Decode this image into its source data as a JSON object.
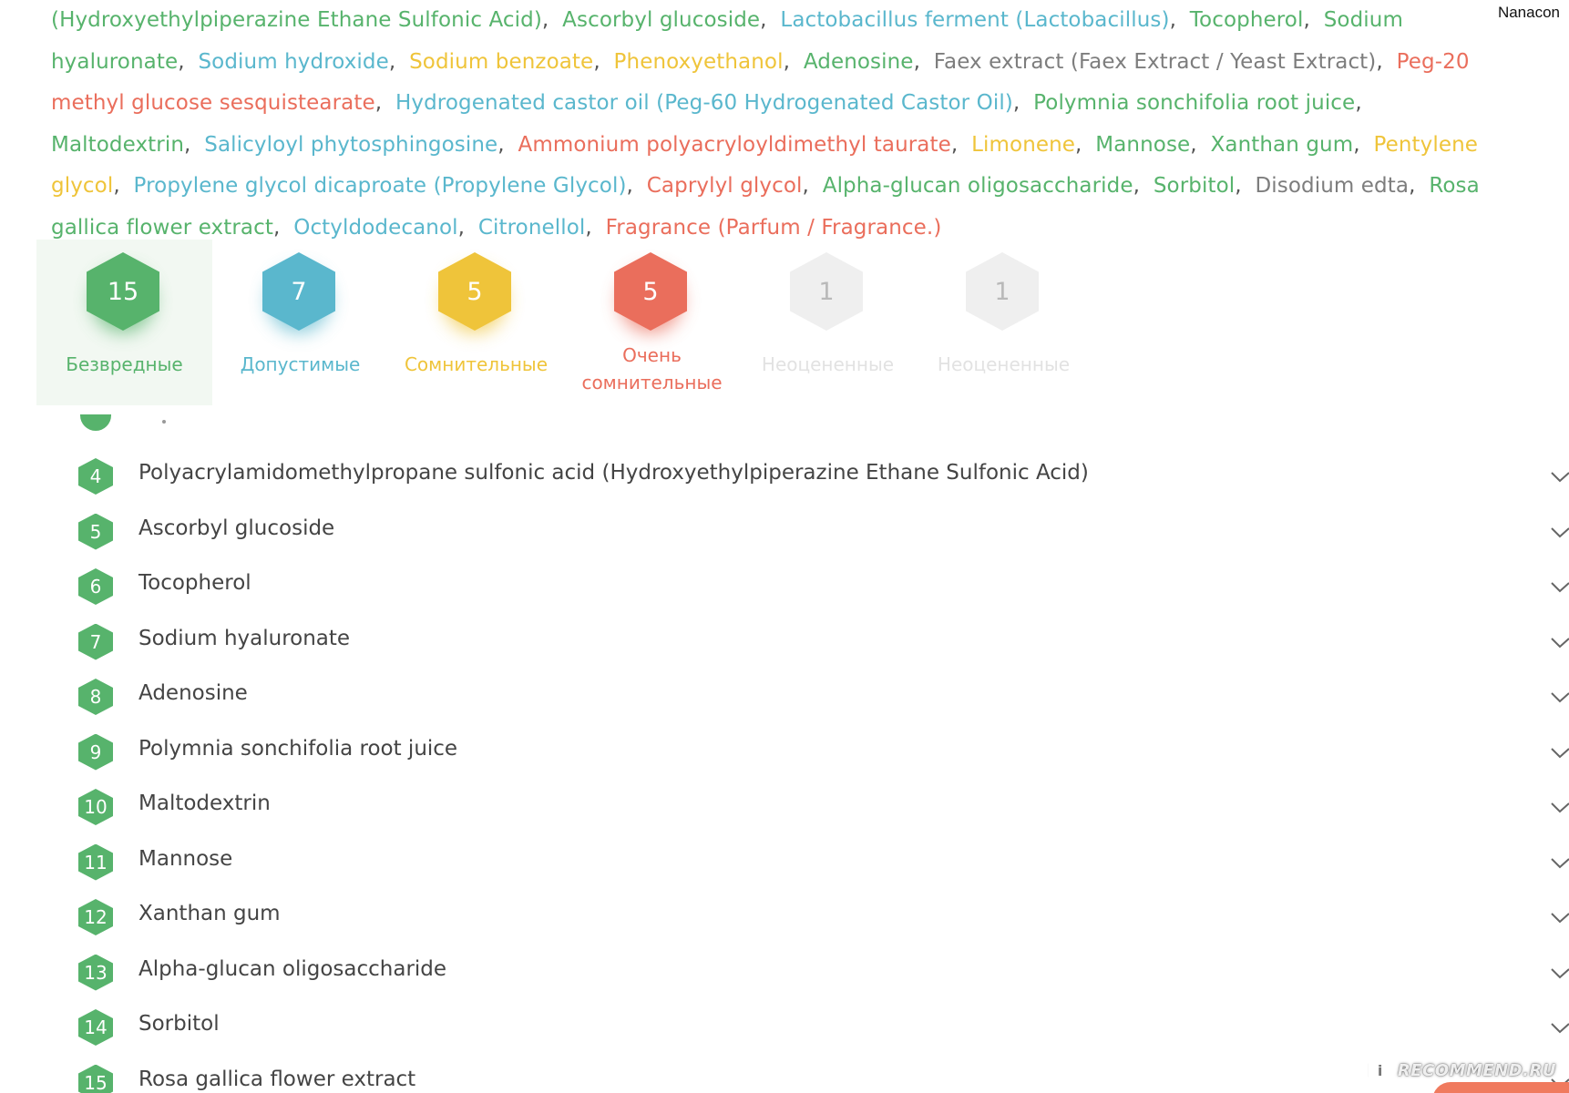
{
  "brand_tag": "Nanacon",
  "ingredients_lines": [
    [
      {
        "text": "(Hydroxyethylpiperazine Ethane Sulfonic Acid)",
        "color": "green"
      },
      {
        "text": "Ascorbyl glucoside",
        "color": "green"
      },
      {
        "text": "Lactobacillus ferment (Lactobacillus)",
        "color": "blue"
      },
      {
        "text": "Tocopherol",
        "color": "green"
      },
      {
        "text": "Sodium",
        "color": "green",
        "last": true
      }
    ],
    [
      {
        "text": "hyaluronate",
        "color": "green"
      },
      {
        "text": "Sodium hydroxide",
        "color": "blue"
      },
      {
        "text": "Sodium benzoate",
        "color": "yellow"
      },
      {
        "text": "Phenoxyethanol",
        "color": "yellow"
      },
      {
        "text": "Adenosine",
        "color": "green"
      },
      {
        "text": "Faex extract (Faex Extract / Yeast Extract)",
        "color": "gray"
      },
      {
        "text": "Peg-20",
        "color": "red",
        "last": true
      }
    ],
    [
      {
        "text": "methyl glucose sesquistearate",
        "color": "red"
      },
      {
        "text": "Hydrogenated castor oil (Peg-60 Hydrogenated Castor Oil)",
        "color": "blue"
      },
      {
        "text": "Polymnia sonchifolia root juice",
        "color": "green"
      }
    ],
    [
      {
        "text": "Maltodextrin",
        "color": "green"
      },
      {
        "text": "Salicyloyl phytosphingosine",
        "color": "blue"
      },
      {
        "text": "Ammonium polyacryloyldimethyl taurate",
        "color": "red"
      },
      {
        "text": "Limonene",
        "color": "yellow"
      },
      {
        "text": "Mannose",
        "color": "green"
      },
      {
        "text": "Xanthan gum",
        "color": "green"
      },
      {
        "text": "Pentylene",
        "color": "yellow",
        "last": true
      }
    ],
    [
      {
        "text": "glycol",
        "color": "yellow"
      },
      {
        "text": "Propylene glycol dicaproate (Propylene Glycol)",
        "color": "blue"
      },
      {
        "text": "Caprylyl glycol",
        "color": "red"
      },
      {
        "text": "Alpha-glucan oligosaccharide",
        "color": "green"
      },
      {
        "text": "Sorbitol",
        "color": "green"
      },
      {
        "text": "Disodium edta",
        "color": "gray"
      },
      {
        "text": "Rosa",
        "color": "green",
        "last": true
      }
    ],
    [
      {
        "text": "gallica flower extract",
        "color": "green"
      },
      {
        "text": "Octyldodecanol",
        "color": "blue"
      },
      {
        "text": "Citronellol",
        "color": "blue"
      },
      {
        "text": "Fragrance (Parfum / Fragrance.)",
        "color": "red",
        "last": true
      }
    ]
  ],
  "colors": {
    "green": "#57b36c",
    "blue": "#5ab7cd",
    "yellow": "#efc43a",
    "red": "#ea6e5c",
    "gray": "#7d7d7d",
    "unrated": "#e4e4e4",
    "unrated_text": "#e2e2e2"
  },
  "categories": [
    {
      "count": "15",
      "label": "Безвредные",
      "color": "green",
      "active": true
    },
    {
      "count": "7",
      "label": "Допустимые",
      "color": "blue"
    },
    {
      "count": "5",
      "label": "Сомнительные",
      "color": "yellow"
    },
    {
      "count": "5",
      "label": "Очень сомнительные",
      "color": "red"
    },
    {
      "count": "1",
      "label": "Неоцененные",
      "color": "unrated"
    },
    {
      "count": "1",
      "label": "Неоцененные",
      "color": "unrated"
    }
  ],
  "ingredient_list": [
    {
      "num": "4",
      "name": "Polyacrylamidomethylpropane sulfonic acid (Hydroxyethylpiperazine Ethane Sulfonic Acid)"
    },
    {
      "num": "5",
      "name": "Ascorbyl glucoside"
    },
    {
      "num": "6",
      "name": "Tocopherol"
    },
    {
      "num": "7",
      "name": "Sodium hyaluronate"
    },
    {
      "num": "8",
      "name": "Adenosine"
    },
    {
      "num": "9",
      "name": "Polymnia sonchifolia root juice"
    },
    {
      "num": "10",
      "name": "Maltodextrin"
    },
    {
      "num": "11",
      "name": "Mannose"
    },
    {
      "num": "12",
      "name": "Xanthan gum"
    },
    {
      "num": "13",
      "name": "Alpha-glucan oligosaccharide"
    },
    {
      "num": "14",
      "name": "Sorbitol"
    },
    {
      "num": "15",
      "name": "Rosa gallica flower extract"
    }
  ],
  "watermark": {
    "text": "RECOMMEND.RU",
    "icon": "recommend-logo-icon",
    "icon_glyph": "i"
  }
}
